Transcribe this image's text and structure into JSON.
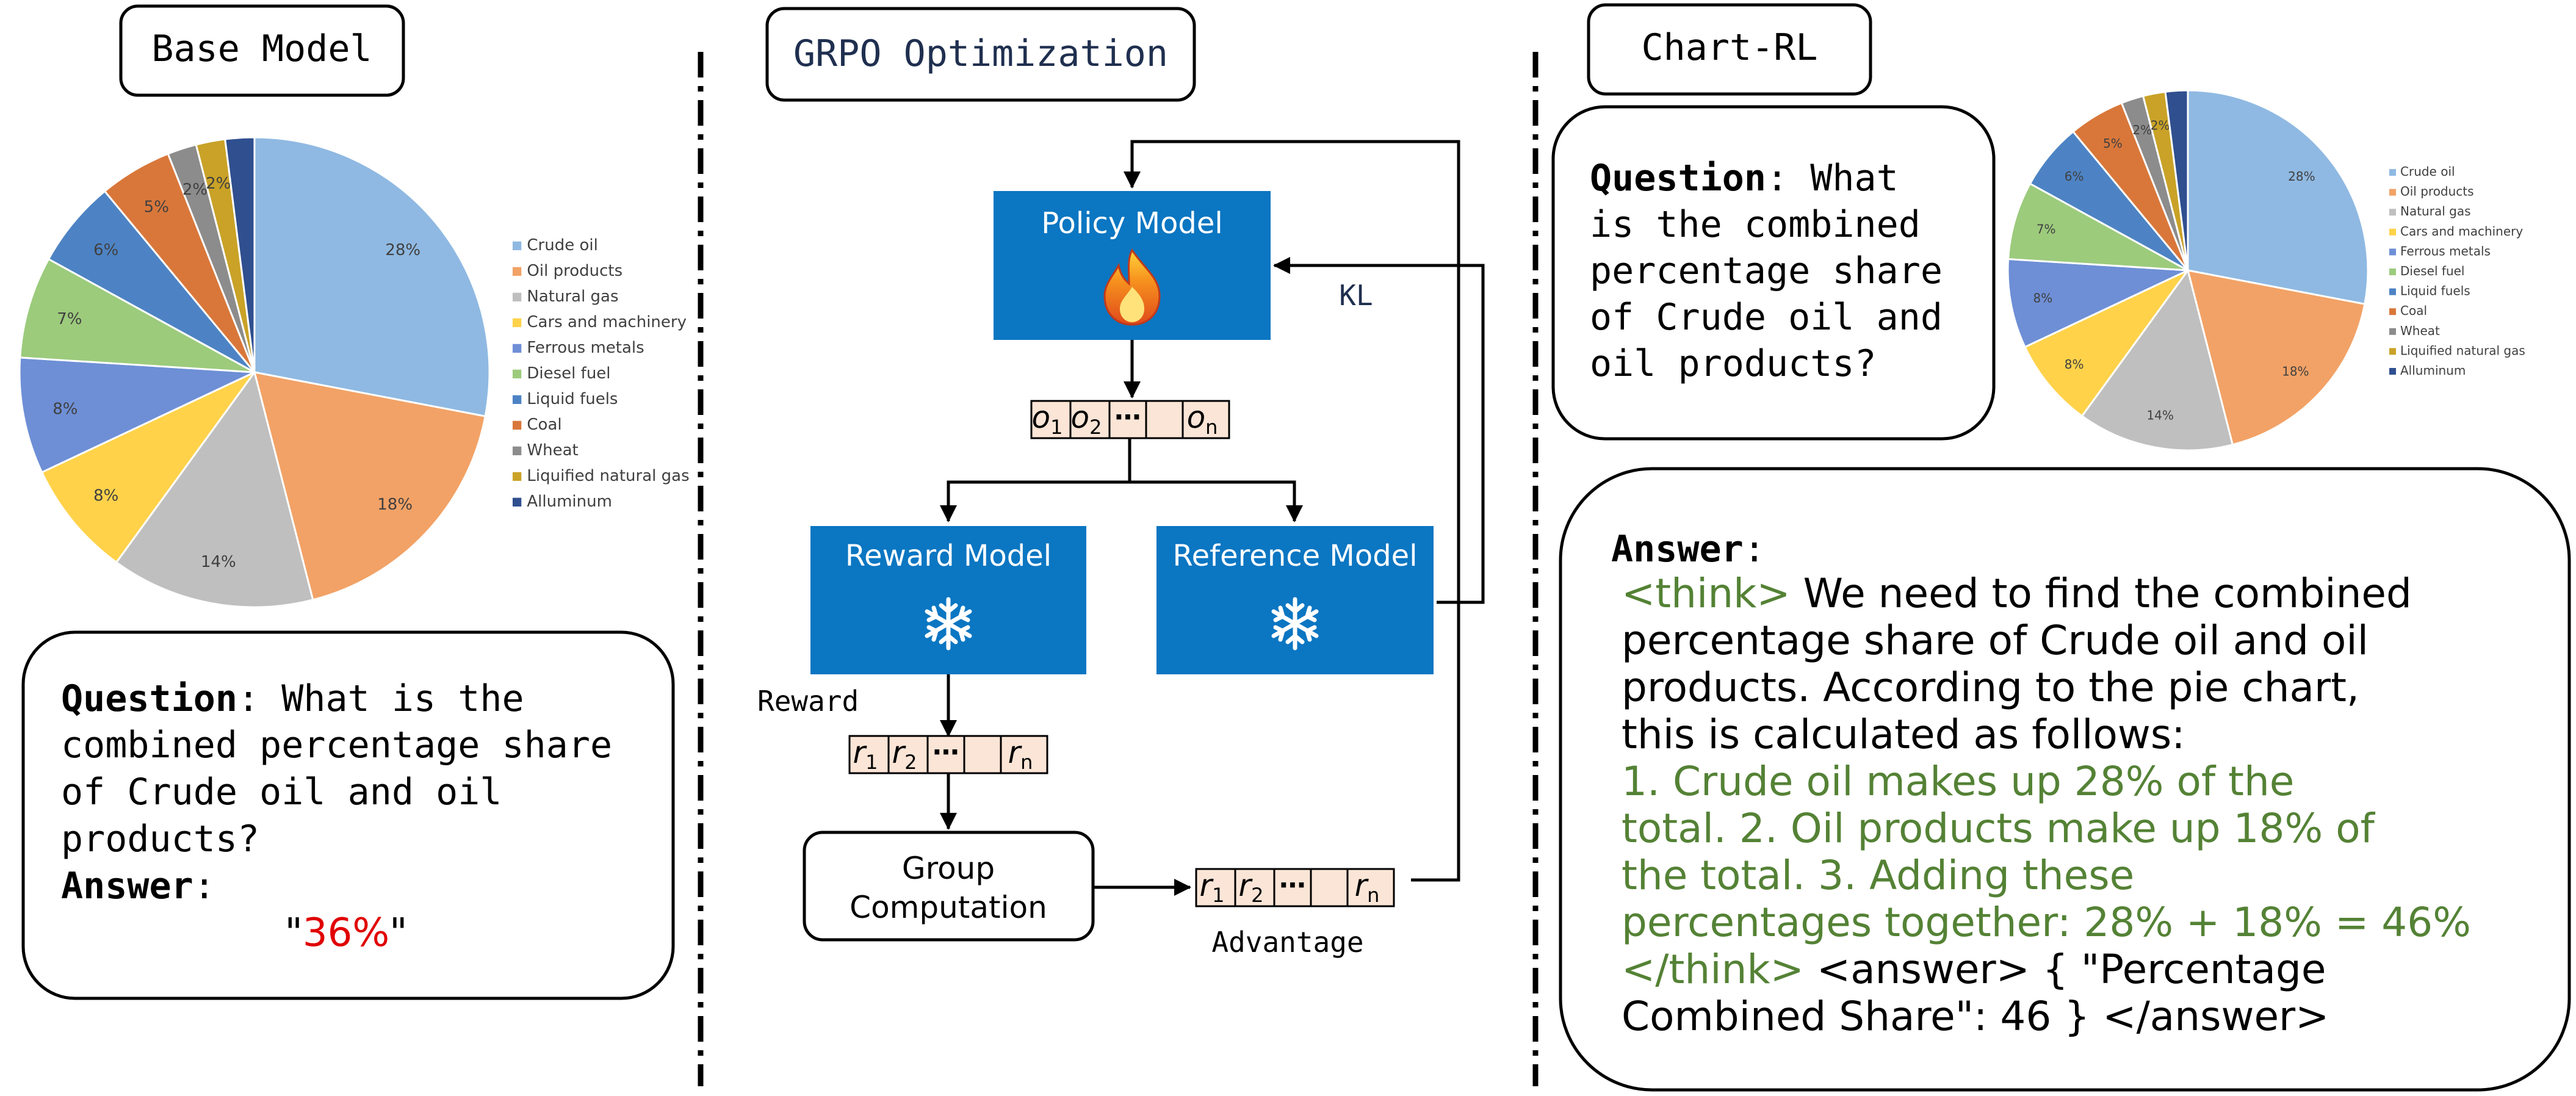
{
  "left_panel": {
    "title": "Base Model",
    "question_label": "Question",
    "question_lines": [
      ": What is the",
      "combined percentage share",
      "of Crude oil and oil",
      "products?"
    ],
    "answer_label": "Answer",
    "answer_colon": ":",
    "answer_value": "36%"
  },
  "middle_panel": {
    "title": "GRPO Optimization",
    "policy_model": "Policy Model",
    "reward_model": "Reward Model",
    "reference_model": "Reference Model",
    "group_computation_lines": [
      "Group",
      "Computation"
    ],
    "kl_label": "KL",
    "reward_label": "Reward",
    "advantage_label": "Advantage",
    "outputs": [
      "o",
      "1",
      "o",
      "2",
      "⋯",
      "o",
      "n"
    ],
    "rewards": [
      "r",
      "1",
      "r",
      "2",
      "⋯",
      "r",
      "n"
    ],
    "advantages": [
      "r",
      "1",
      "r",
      "2",
      "⋯",
      "r",
      "n"
    ],
    "icons": {
      "policy": "fire-icon",
      "frozen": "snowflake-icon"
    },
    "colors": {
      "model_box": "#0B76C2",
      "seq_fill": "#FBE5D6"
    }
  },
  "right_panel": {
    "title": "Chart-RL",
    "question_label": "Question",
    "question_lines": [
      ": What",
      "is the combined",
      "percentage share",
      "of Crude oil and",
      "oil products?"
    ],
    "answer_label": "Answer",
    "answer_colon": ":",
    "answer_lines": [
      {
        "green": "<think>",
        "black": " We need to find the combined"
      },
      {
        "green": "",
        "black": "percentage share of Crude oil and oil"
      },
      {
        "green": "",
        "black": "products. According to the pie chart,"
      },
      {
        "green": "",
        "black": "this is calculated as follows:"
      },
      {
        "green": "1. Crude oil makes up 28% of the",
        "black": ""
      },
      {
        "green": "total. 2. Oil products make up 18% of",
        "black": ""
      },
      {
        "green": "the total. 3. Adding these",
        "black": ""
      },
      {
        "green": "percentages together: 28% + 18% = 46%",
        "black": ""
      },
      {
        "green": "</think>",
        "black": " <answer> { \"Percentage"
      },
      {
        "green": "",
        "black": "Combined Share\": 46 } </answer>"
      }
    ],
    "colors": {
      "green": "#548235",
      "answer_red": "#E00000"
    }
  },
  "chart_data": [
    {
      "type": "pie",
      "title": "",
      "legend_position": "right",
      "categories": [
        "Crude oil",
        "Oil products",
        "Natural gas",
        "Cars and machinery",
        "Ferrous metals",
        "Diesel fuel",
        "Liquid fuels",
        "Coal",
        "Wheat",
        "Liquified natural gas",
        "Alluminum"
      ],
      "values": [
        28,
        18,
        14,
        8,
        8,
        7,
        6,
        5,
        2,
        2,
        2
      ],
      "labels": [
        "28%",
        "18%",
        "14%",
        "8%",
        "8%",
        "7%",
        "6%",
        "5%",
        "2%",
        "2%",
        ""
      ],
      "colors": [
        "#8FB9E2",
        "#F2A266",
        "#BFBFBF",
        "#FFD24A",
        "#6E8FD6",
        "#9CCB7C",
        "#4D83C4",
        "#D9773A",
        "#8C8C8C",
        "#C9A227",
        "#2F4F8F"
      ]
    },
    {
      "type": "pie",
      "title": "",
      "legend_position": "right",
      "categories": [
        "Crude oil",
        "Oil products",
        "Natural gas",
        "Cars and machinery",
        "Ferrous metals",
        "Diesel fuel",
        "Liquid fuels",
        "Coal",
        "Wheat",
        "Liquified natural gas",
        "Alluminum"
      ],
      "values": [
        28,
        18,
        14,
        8,
        8,
        7,
        6,
        5,
        2,
        2,
        2
      ],
      "labels": [
        "28%",
        "18%",
        "14%",
        "8%",
        "8%",
        "7%",
        "6%",
        "5%",
        "2%",
        "2%",
        ""
      ],
      "colors": [
        "#8FB9E2",
        "#F2A266",
        "#BFBFBF",
        "#FFD24A",
        "#6E8FD6",
        "#9CCB7C",
        "#4D83C4",
        "#D9773A",
        "#8C8C8C",
        "#C9A227",
        "#2F4F8F"
      ]
    }
  ]
}
